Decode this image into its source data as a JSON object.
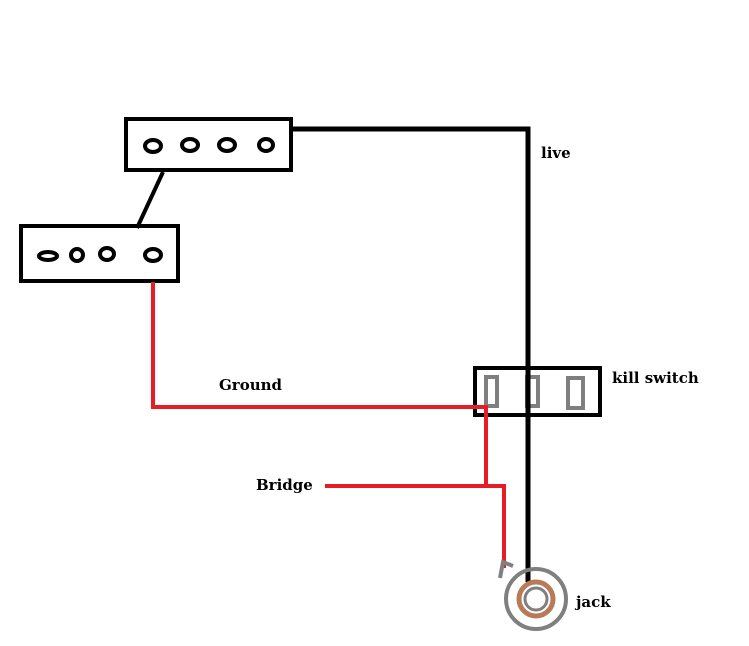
{
  "labels": {
    "live": "live",
    "ground": "Ground",
    "kill_switch": "kill switch",
    "bridge": "Bridge",
    "jack": "jack"
  },
  "components": {
    "pickups": [
      {
        "name": "pickup-upper",
        "poles": 4
      },
      {
        "name": "pickup-lower",
        "poles": 4
      }
    ],
    "kill_switch_slots": 3
  },
  "colors": {
    "live_wire": "#000000",
    "ground_wire": "#e81c24",
    "outline": "#000000",
    "switch_slot": "#7f7f7f",
    "jack_ring_outer": "#7f7f7f",
    "jack_ring_inner": "#b97a57"
  }
}
